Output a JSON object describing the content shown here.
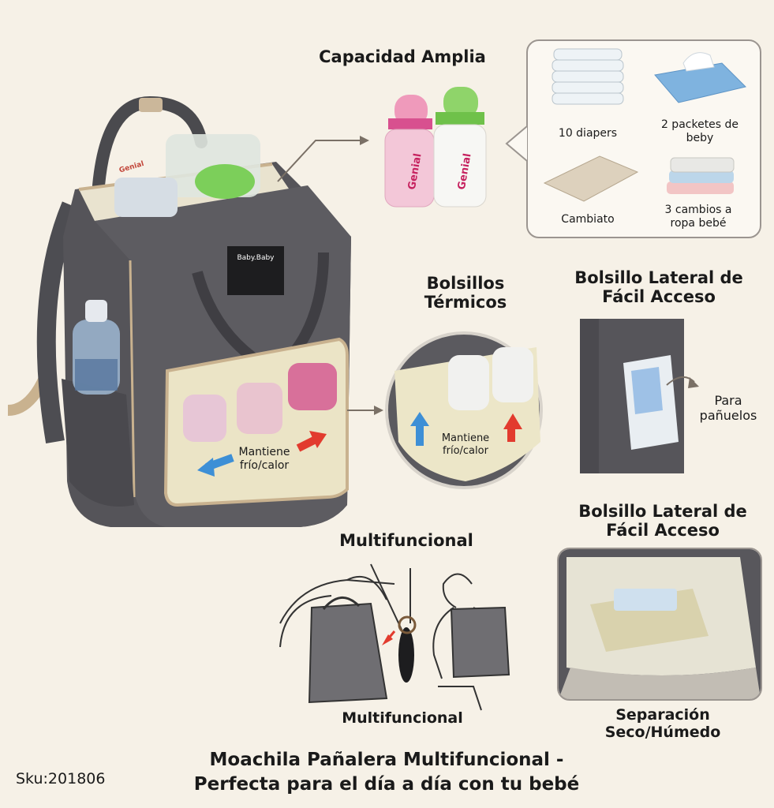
{
  "capacity": {
    "title": "Capacidad Amplia",
    "items": [
      "10 diapers",
      "2 packetes de beby",
      "Cambiato",
      "3 cambios a ropa bebé"
    ]
  },
  "thermal": {
    "title": "Bolsillos Térmicos",
    "callout": "Mantiene frío/calor"
  },
  "side_pocket": {
    "title": "Bolsillo Lateral de Fácil Acceso",
    "note": "Para pañuelos"
  },
  "interior": {
    "title": "Bolsillo Lateral de Fácil Acceso",
    "caption": "Separación Seco/Húmedo"
  },
  "multifunction": {
    "title": "Multifuncional",
    "caption": "Multifuncional"
  },
  "bag": {
    "label_brand": "Baby.Baby",
    "bottle_brand": "Genial",
    "callout": "Mantiene frío/calor"
  },
  "footer": {
    "sku": "Sku:201806",
    "product_title_line1": "Moachila Pañalera Multifuncional -",
    "product_title_line2": "Perfecta para el día a día con tu bebé"
  }
}
